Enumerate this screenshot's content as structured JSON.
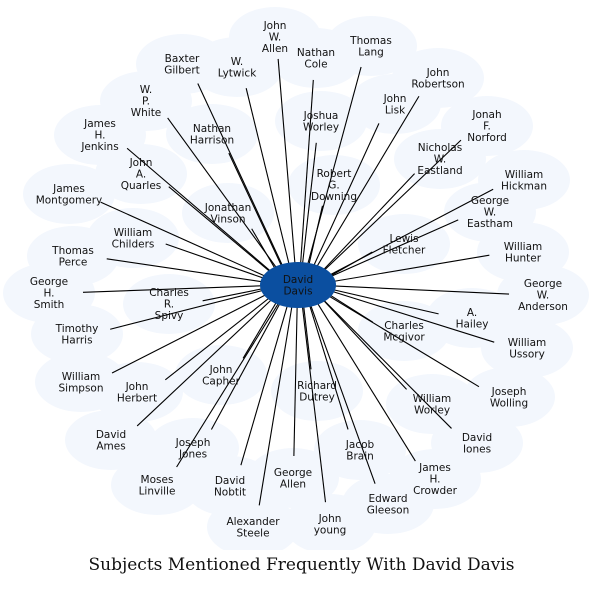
{
  "title": "Subjects Mentioned Frequently With David Davis",
  "center": {
    "label": "David Davis"
  },
  "colors": {
    "center_fill": "#0b4fa0",
    "halo": "#f3f7fd",
    "edge": "#000000",
    "text": "#111111"
  },
  "nodes": [
    {
      "label": "John W. Allen"
    },
    {
      "label": "Thomas Lang"
    },
    {
      "label": "Nathan Cole"
    },
    {
      "label": "Baxter Gilbert"
    },
    {
      "label": "W. Lytwick"
    },
    {
      "label": "John Robertson"
    },
    {
      "label": "John Lisk"
    },
    {
      "label": "Joshua Worley"
    },
    {
      "label": "W. P. White"
    },
    {
      "label": "Jonah F. Norford"
    },
    {
      "label": "James H. Jenkins"
    },
    {
      "label": "Nathan Harrison"
    },
    {
      "label": "Nicholas W. Eastland"
    },
    {
      "label": "John A. Quarles"
    },
    {
      "label": "Robert G. Downing"
    },
    {
      "label": "William Hickman"
    },
    {
      "label": "James Montgomery"
    },
    {
      "label": "George W. Eastham"
    },
    {
      "label": "Jonathan Vinson"
    },
    {
      "label": "William Childers"
    },
    {
      "label": "Lewis Fletcher"
    },
    {
      "label": "William Hunter"
    },
    {
      "label": "Thomas Perce"
    },
    {
      "label": "George W. Anderson"
    },
    {
      "label": "George H. Smith"
    },
    {
      "label": "Charles R. Spivy"
    },
    {
      "label": "A. Hailey"
    },
    {
      "label": "Timothy Harris"
    },
    {
      "label": "Charles Mcgivor"
    },
    {
      "label": "William Ussory"
    },
    {
      "label": "William Simpson"
    },
    {
      "label": "John Capher"
    },
    {
      "label": "John Herbert"
    },
    {
      "label": "Richard Dutrey"
    },
    {
      "label": "William Worley"
    },
    {
      "label": "Joseph Wolling"
    },
    {
      "label": "David Ames"
    },
    {
      "label": "Joseph Jones"
    },
    {
      "label": "Jacob Brain"
    },
    {
      "label": "David Iones"
    },
    {
      "label": "Moses Linville"
    },
    {
      "label": "David Nobtit"
    },
    {
      "label": "George Allen"
    },
    {
      "label": "James H. Crowder"
    },
    {
      "label": "Edward Gleeson"
    },
    {
      "label": "Alexander Steele"
    },
    {
      "label": "John young"
    }
  ]
}
